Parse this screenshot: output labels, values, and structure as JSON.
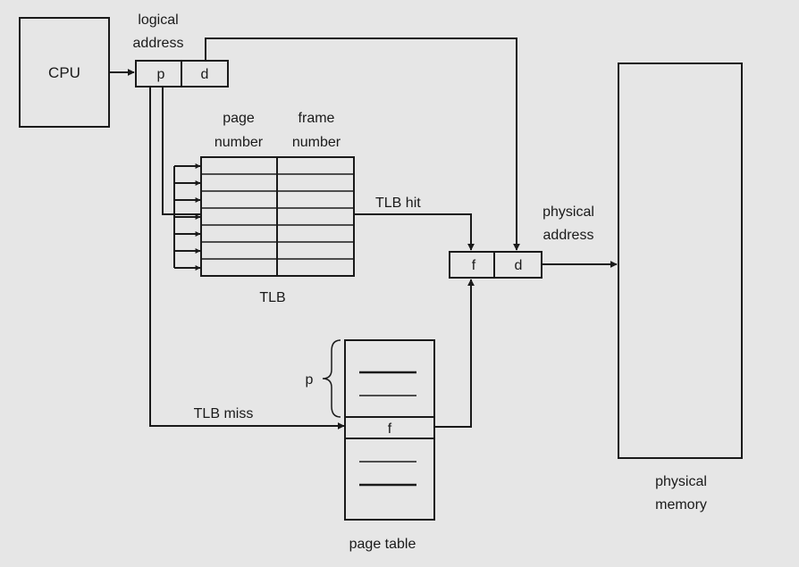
{
  "cpu": {
    "label": "CPU"
  },
  "logical_address": {
    "label_line1": "logical",
    "label_line2": "address",
    "p": "p",
    "d": "d"
  },
  "tlb": {
    "header_page_line1": "page",
    "header_page_line2": "number",
    "header_frame_line1": "frame",
    "header_frame_line2": "number",
    "label": "TLB",
    "hit_label": "TLB hit",
    "miss_label": "TLB miss"
  },
  "physical_address": {
    "label_line1": "physical",
    "label_line2": "address",
    "f": "f",
    "d": "d"
  },
  "physical_memory": {
    "label_line1": "physical",
    "label_line2": "memory"
  },
  "page_table": {
    "label": "page table",
    "p_label": "p",
    "f_entry": "f"
  },
  "colors": {
    "background": "#e6e6e6",
    "box_fill": "#e6e6e6",
    "stroke": "#1a1a1a"
  }
}
